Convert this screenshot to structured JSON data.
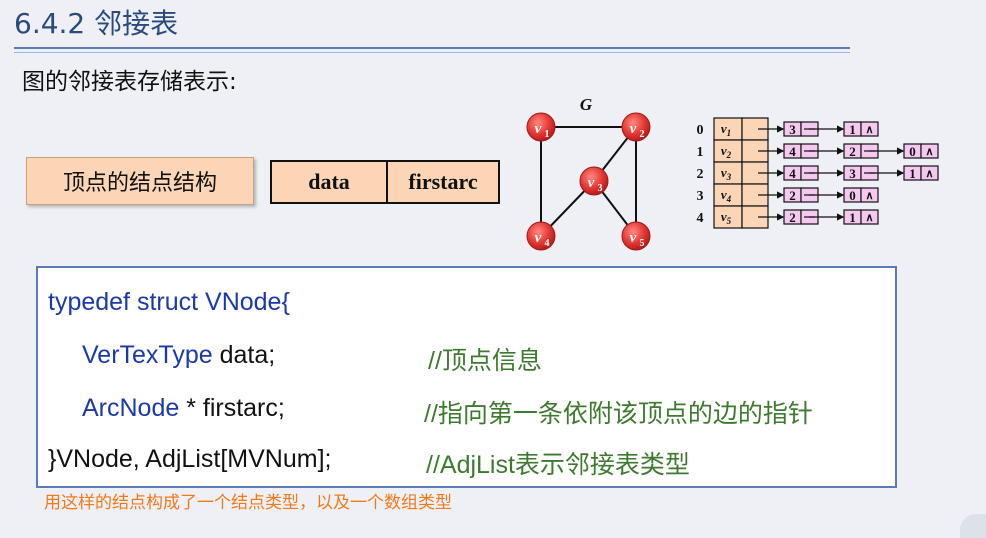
{
  "slide": {
    "title": "6.4.2 邻接表",
    "subtitle": "图的邻接表存储表示:",
    "vnode_label": "顶点的结点结构",
    "node_fields": [
      "data",
      "firstarc"
    ],
    "footnote": "用这样的结点构成了一个结点类型，以及一个数组类型"
  },
  "graph": {
    "title": "G",
    "vertices": [
      "v1",
      "v2",
      "v3",
      "v4",
      "v5"
    ],
    "edges": [
      [
        "v1",
        "v2"
      ],
      [
        "v1",
        "v4"
      ],
      [
        "v2",
        "v3"
      ],
      [
        "v2",
        "v5"
      ],
      [
        "v3",
        "v4"
      ],
      [
        "v3",
        "v5"
      ]
    ]
  },
  "adjacency_list": {
    "rows": [
      {
        "index": "0",
        "vertex": "v1",
        "adj": [
          "3",
          "1"
        ]
      },
      {
        "index": "1",
        "vertex": "v2",
        "adj": [
          "4",
          "2",
          "0"
        ]
      },
      {
        "index": "2",
        "vertex": "v3",
        "adj": [
          "4",
          "3",
          "1"
        ]
      },
      {
        "index": "3",
        "vertex": "v4",
        "adj": [
          "2",
          "0"
        ]
      },
      {
        "index": "4",
        "vertex": "v5",
        "adj": [
          "2",
          "1"
        ]
      }
    ]
  },
  "code": {
    "line1": "typedef struct VNode{",
    "line2_type": "VerTexType",
    "line2_rest": " data;",
    "line2_comment": "//顶点信息",
    "line3_type": "ArcNode",
    "line3_rest": " * firstarc;",
    "line3_comment": "//指向第一条依附该顶点的边的指针",
    "line4_code": "}VNode, AdjList[MVNum];",
    "line4_comment": "//AdjList表示邻接表类型"
  },
  "colors": {
    "accent": "#2a4a7d",
    "node_fill": "#fbd5b5",
    "vertex_fill": "#e63a35",
    "keyword": "#1b3aa8",
    "comment": "#3d7a2f",
    "footnote": "#f07a1a"
  }
}
